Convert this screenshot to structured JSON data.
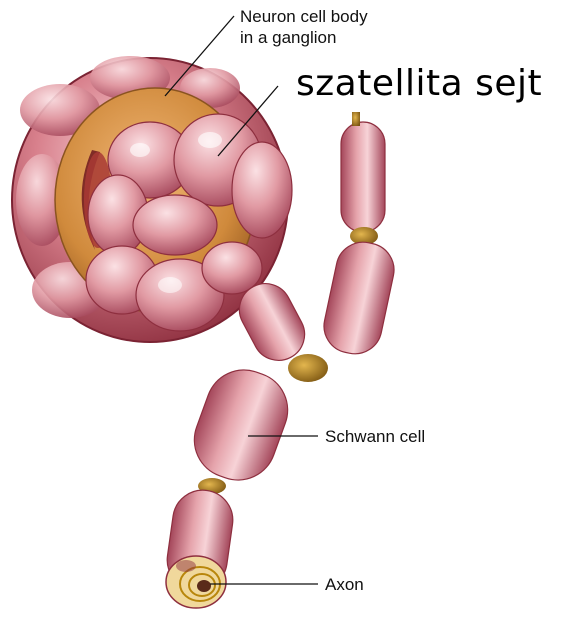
{
  "labels": {
    "neuron_line1": "Neuron cell body",
    "neuron_line2": "in a ganglion",
    "satellite": "szatellita sejt",
    "schwann": "Schwann cell",
    "axon": "Axon"
  },
  "colors": {
    "cell_pink": "#c85d6c",
    "cell_highlight": "#f5c9cf",
    "cell_dark": "#8e2f3f",
    "node_gold": "#b8860b",
    "neuron_orange": "#d28a3a",
    "nucleus_red": "#a83a35",
    "leader_line": "#111111"
  }
}
